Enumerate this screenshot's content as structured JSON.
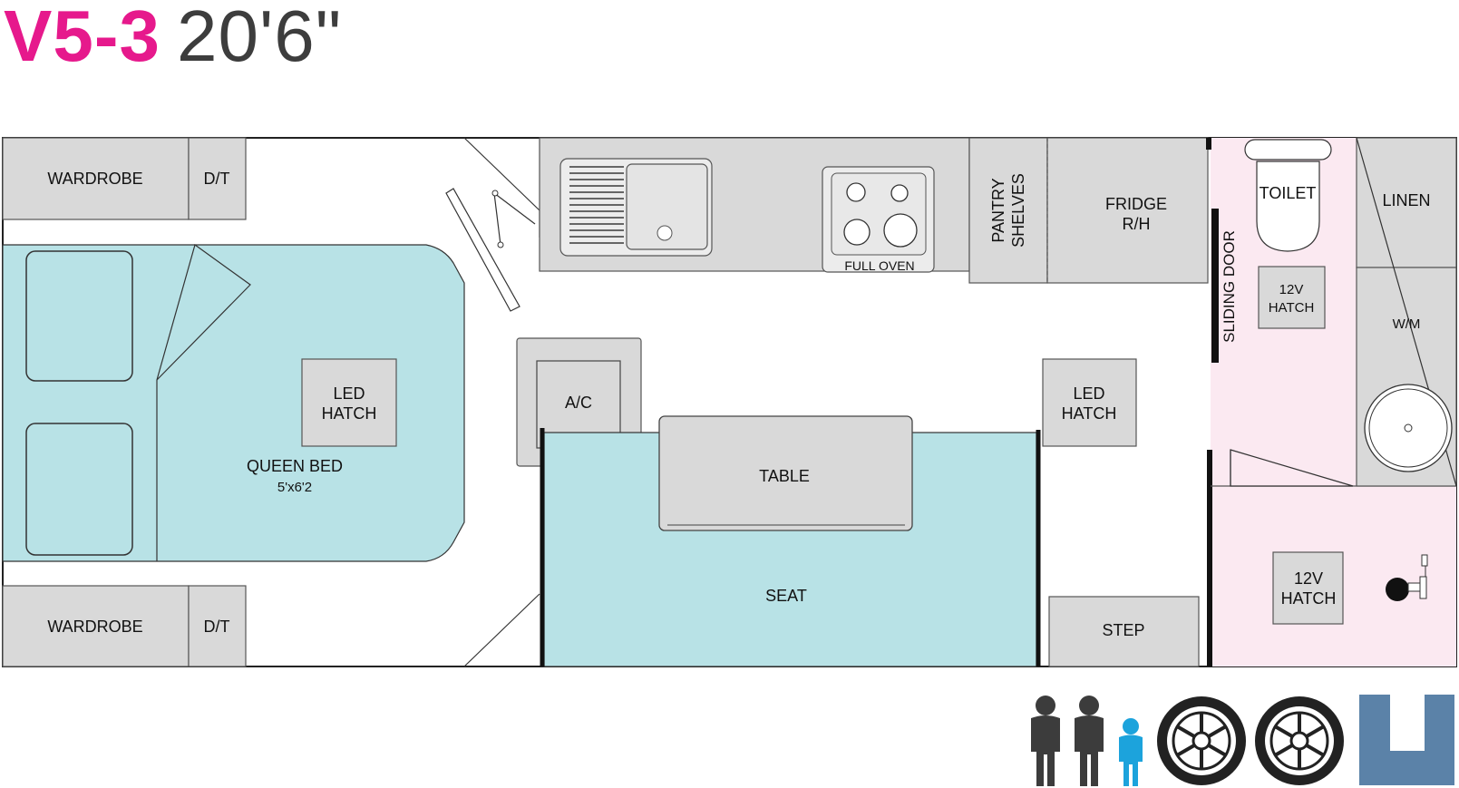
{
  "title": {
    "model": "V5-3",
    "length": "20'6\""
  },
  "colors": {
    "accent": "#e6198c",
    "bed": "#b8e2e6",
    "ensuite": "#fbe9f1",
    "fixture": "#d9d9d9",
    "badge": "#5b82a8",
    "child": "#1ca3dc"
  },
  "rooms": {
    "wardrobe_top": "WARDROBE",
    "dt_top": "D/T",
    "wardrobe_bottom": "WARDROBE",
    "dt_bottom": "D/T",
    "bed_line1": "QUEEN BED",
    "bed_line2": "5'x6'2",
    "led_hatch_left": [
      "LED",
      "HATCH"
    ],
    "led_hatch_right": [
      "LED",
      "HATCH"
    ],
    "ac": "A/C",
    "full_oven": "FULL OVEN",
    "pantry": [
      "PANTRY",
      "SHELVES"
    ],
    "fridge": [
      "FRIDGE",
      "R/H"
    ],
    "sliding_door": "SLIDING DOOR",
    "toilet": "TOILET",
    "linen": "LINEN",
    "wm": "W/M",
    "hatch_12v_top": [
      "12V",
      "HATCH"
    ],
    "hatch_12v_bottom": [
      "12V",
      "HATCH"
    ],
    "table": "TABLE",
    "seat": "SEAT",
    "step": "STEP"
  },
  "features": {
    "icons": [
      "adult-icon",
      "adult-icon",
      "child-icon",
      "offroad-tyre-icon",
      "offroad-tyre-icon",
      "u-shape-lounge-icon"
    ]
  }
}
